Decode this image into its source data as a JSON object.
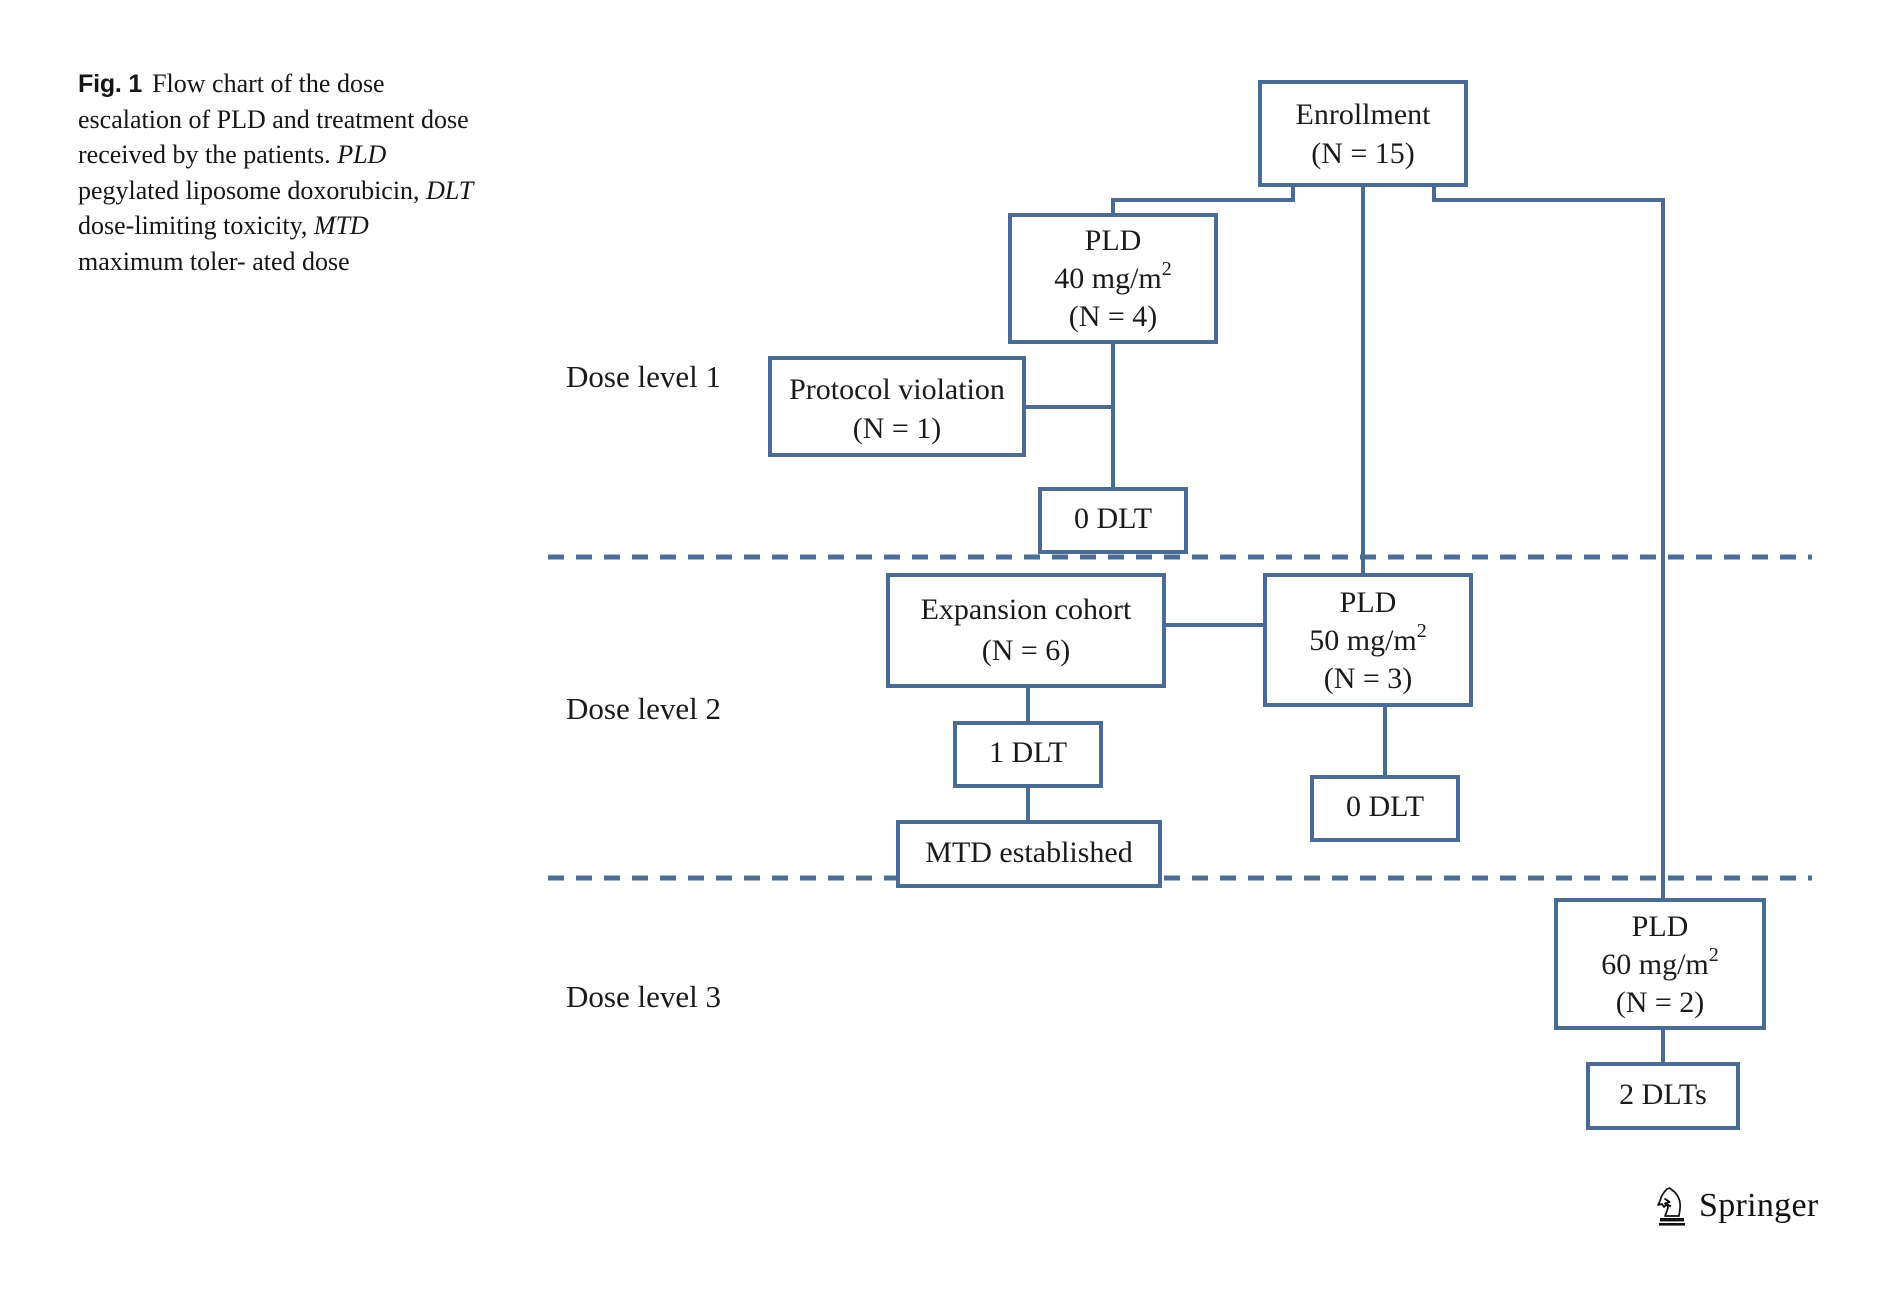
{
  "caption": {
    "fig_label": "Fig. 1",
    "line1": "Flow chart of the dose",
    "line2": "escalation of PLD and treatment",
    "line3": "dose received by the patients.",
    "abbr1": "PLD",
    "abbr1_def": "pegylated liposome",
    "line4": "doxorubicin,",
    "abbr2": "DLT",
    "abbr2_def": "dose-limiting",
    "line5": "toxicity,",
    "abbr3": "MTD",
    "abbr3_def": "maximum toler-",
    "line6": "ated dose",
    "full_text": "Fig. 1 Flow chart of the dose escalation of PLD and treatment dose received by the patients. PLD pegylated liposome doxorubicin, DLT dose-limiting toxicity, MTD maximum tolerated dose"
  },
  "colors": {
    "box_stroke": "#4a6b93",
    "connector": "#4a6b93",
    "divider": "#4b6c93",
    "text": "#1a1a1a",
    "background": "#ffffff"
  },
  "chart_data": {
    "type": "flowchart",
    "title": "Flow chart of the dose escalation of PLD and treatment dose received by the patients",
    "level_labels": [
      "Dose level 1",
      "Dose level 2",
      "Dose level 3"
    ],
    "nodes": [
      {
        "id": "enrollment",
        "lines": [
          "Enrollment",
          "(N = 15)"
        ],
        "n": 15
      },
      {
        "id": "pld40",
        "lines": [
          "PLD",
          "40 mg/m",
          "(N = 4)"
        ],
        "dose": "40 mg/m2",
        "n": 4,
        "sup": "2"
      },
      {
        "id": "violation",
        "lines": [
          "Protocol violation",
          "(N = 1)"
        ],
        "n": 1
      },
      {
        "id": "dlt0-lvl1",
        "lines": [
          "0 DLT"
        ],
        "dlt": 0
      },
      {
        "id": "expansion",
        "lines": [
          "Expansion cohort",
          "(N = 6)"
        ],
        "n": 6
      },
      {
        "id": "pld50",
        "lines": [
          "PLD",
          "50 mg/m",
          "(N = 3)"
        ],
        "dose": "50 mg/m2",
        "n": 3,
        "sup": "2"
      },
      {
        "id": "dlt1",
        "lines": [
          "1 DLT"
        ],
        "dlt": 1
      },
      {
        "id": "dlt0-lvl2",
        "lines": [
          "0 DLT"
        ],
        "dlt": 0
      },
      {
        "id": "mtd",
        "lines": [
          "MTD established"
        ]
      },
      {
        "id": "pld60",
        "lines": [
          "PLD",
          "60 mg/m",
          "(N = 2)"
        ],
        "dose": "60 mg/m2",
        "n": 2,
        "sup": "2"
      },
      {
        "id": "dlt2",
        "lines": [
          "2 DLTs"
        ],
        "dlt": 2
      }
    ],
    "edges": [
      {
        "from": "enrollment",
        "to": "pld40"
      },
      {
        "from": "enrollment",
        "to": "pld50"
      },
      {
        "from": "enrollment",
        "to": "pld60"
      },
      {
        "from": "pld40",
        "to": "dlt0-lvl1"
      },
      {
        "from": "violation",
        "to": "pld40"
      },
      {
        "from": "pld50",
        "to": "expansion"
      },
      {
        "from": "pld50",
        "to": "dlt0-lvl2"
      },
      {
        "from": "expansion",
        "to": "dlt1"
      },
      {
        "from": "dlt1",
        "to": "mtd"
      },
      {
        "from": "pld60",
        "to": "dlt2"
      }
    ],
    "node_text": {
      "enrollment_l1": "Enrollment",
      "enrollment_l2": "(N = 15)",
      "pld40_l1": "PLD",
      "pld40_l2": "40 mg/m",
      "pld40_sup": "2",
      "pld40_l3": "(N = 4)",
      "violation_l1": "Protocol violation",
      "violation_l2": "(N = 1)",
      "dlt0_lvl1": "0 DLT",
      "expansion_l1": "Expansion cohort",
      "expansion_l2": "(N = 6)",
      "pld50_l1": "PLD",
      "pld50_l2": "50 mg/m",
      "pld50_sup": "2",
      "pld50_l3": "(N = 3)",
      "dlt1": "1 DLT",
      "dlt0_lvl2": "0 DLT",
      "mtd": "MTD established",
      "pld60_l1": "PLD",
      "pld60_l2": "60 mg/m",
      "pld60_sup": "2",
      "pld60_l3": "(N = 2)",
      "dlt2": "2 DLTs"
    }
  },
  "footer": {
    "publisher": "Springer"
  }
}
